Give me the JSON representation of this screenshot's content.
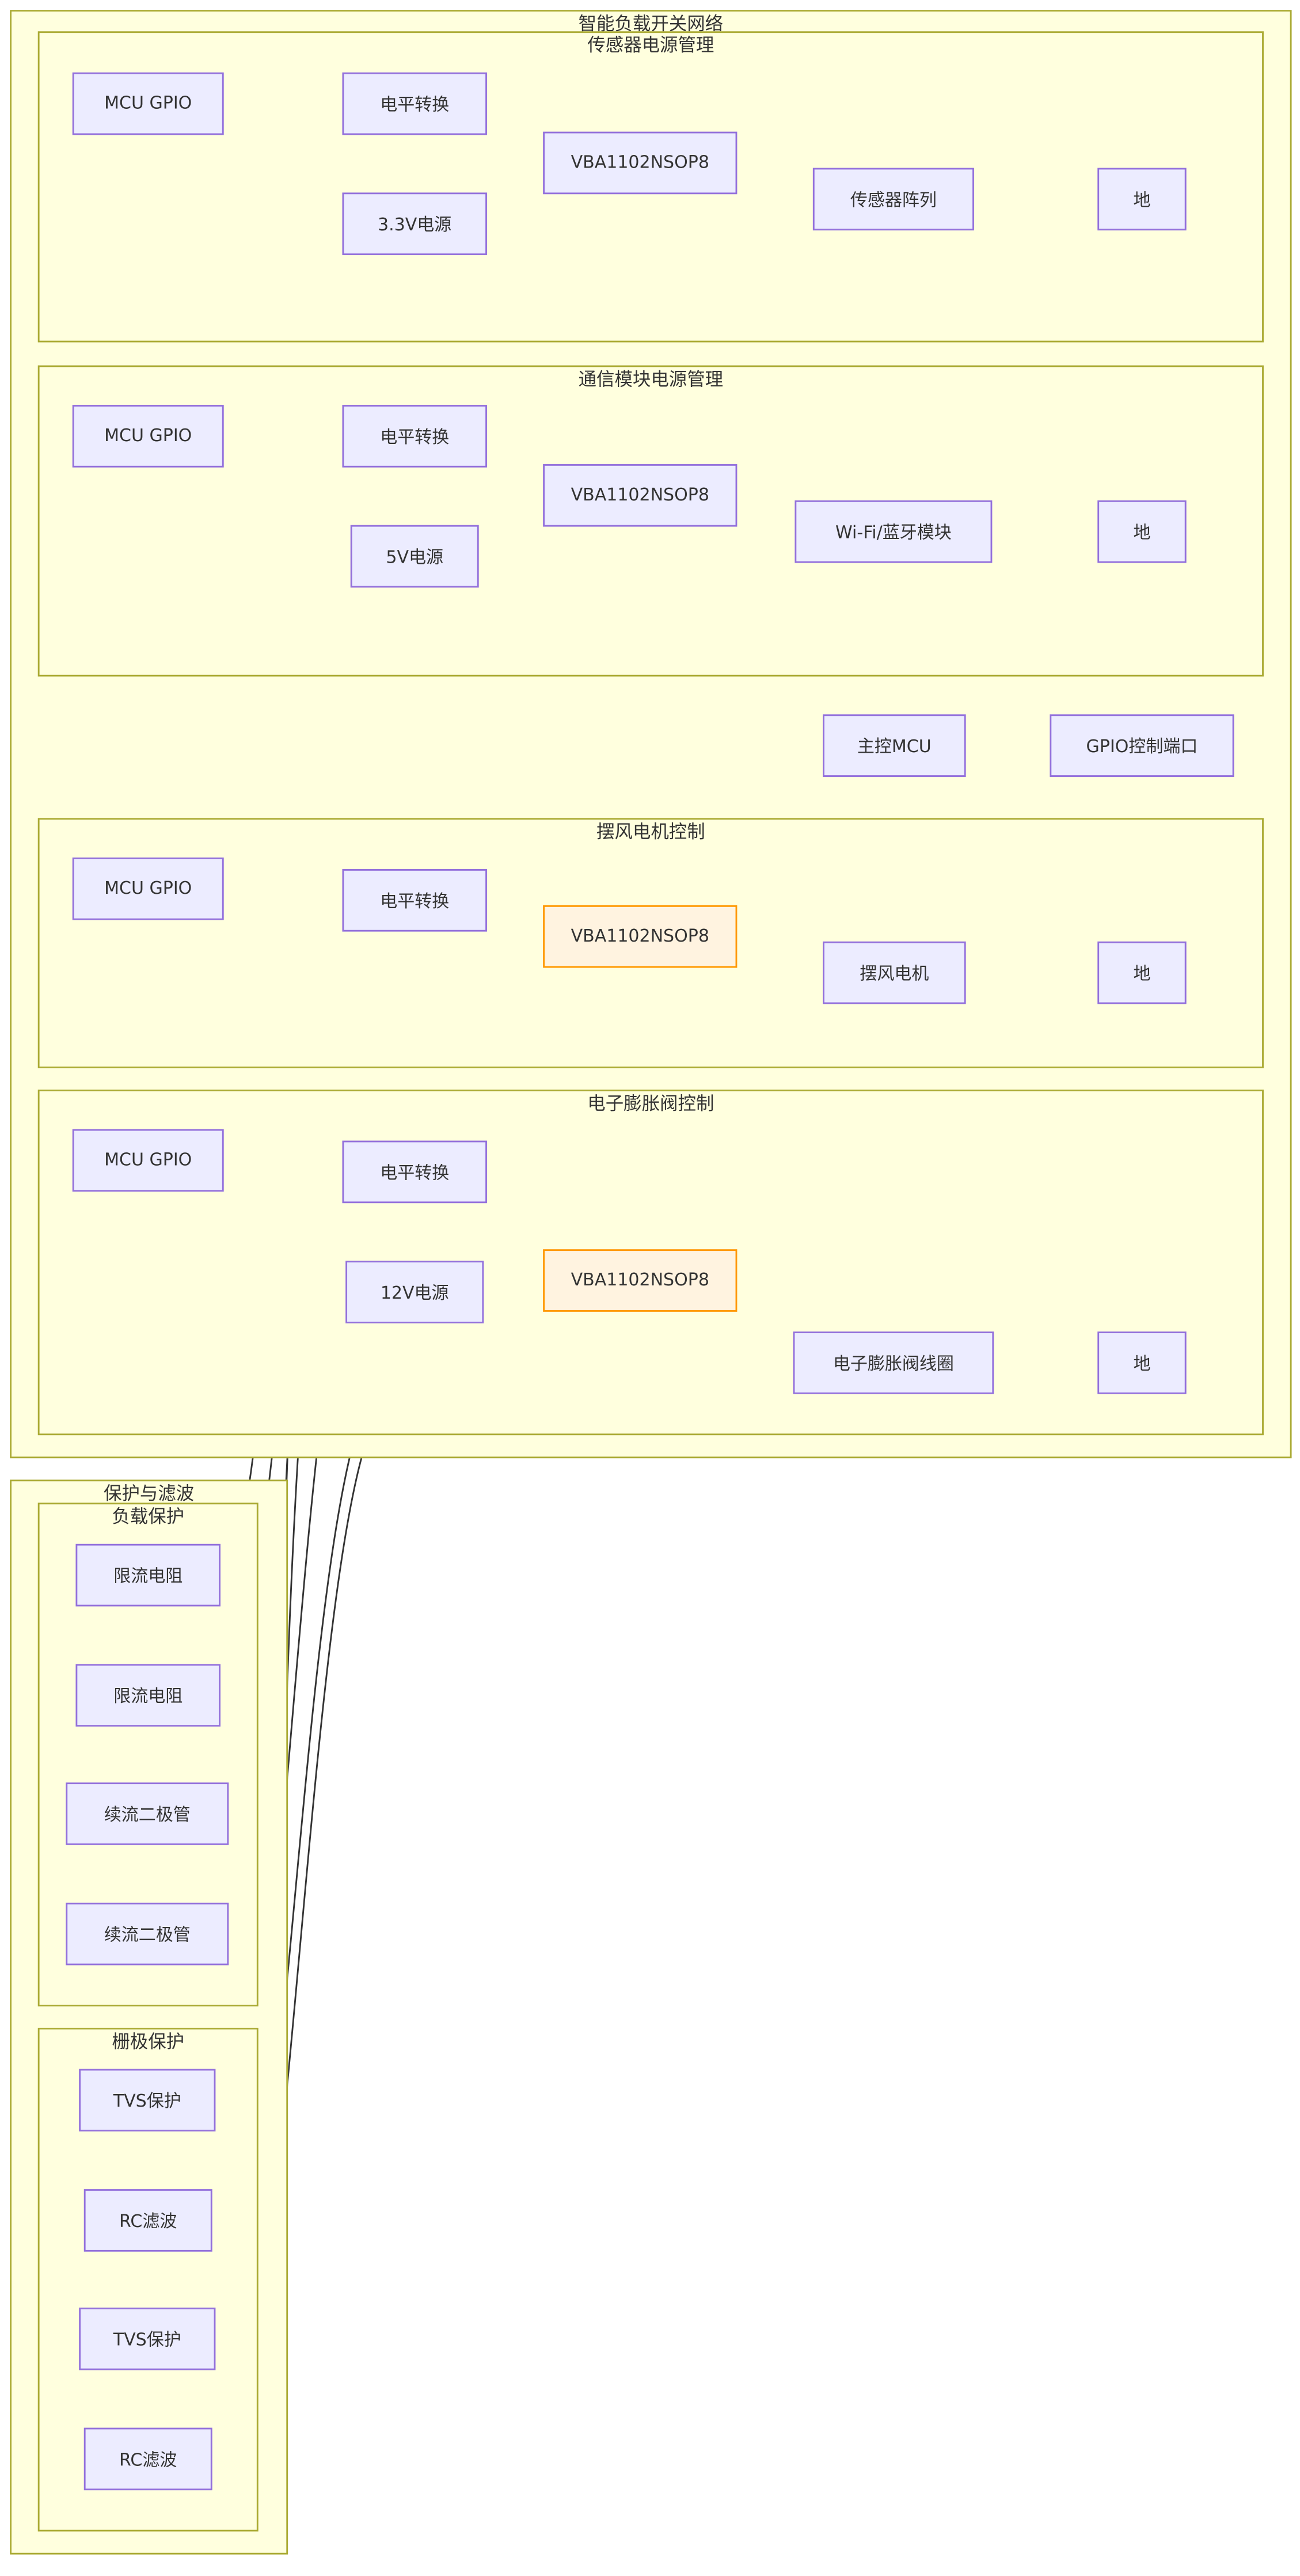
{
  "clusters": {
    "network": "智能负载开关网络",
    "sensor": "传感器电源管理",
    "comm": "通信模块电源管理",
    "fan": "摆风电机控制",
    "valve": "电子膨胀阀控制",
    "protect": "保护与滤波",
    "load_protect": "负载保护",
    "gate_protect": "栅极保护"
  },
  "nodes": {
    "s_gpio": "MCU GPIO",
    "s_level": "电平转换",
    "s_pwr": "3.3V电源",
    "s_mos": "VBA1102NSOP8",
    "s_load": "传感器阵列",
    "s_gnd": "地",
    "c_gpio": "MCU GPIO",
    "c_level": "电平转换",
    "c_pwr": "5V电源",
    "c_mos": "VBA1102NSOP8",
    "c_load": "Wi-Fi/蓝牙模块",
    "c_gnd": "地",
    "mcu": "主控MCU",
    "gpio_port": "GPIO控制端口",
    "f_gpio": "MCU GPIO",
    "f_level": "电平转换",
    "f_mos": "VBA1102NSOP8",
    "f_load": "摆风电机",
    "f_gnd": "地",
    "v_gpio": "MCU GPIO",
    "v_level": "电平转换",
    "v_pwr": "12V电源",
    "v_mos": "VBA1102NSOP8",
    "v_load": "电子膨胀阀线圈",
    "v_gnd": "地",
    "r1": "限流电阻",
    "r2": "限流电阻",
    "d1": "续流二极管",
    "d2": "续流二极管",
    "tvs1": "TVS保护",
    "rc1": "RC滤波",
    "tvs2": "TVS保护",
    "rc2": "RC滤波"
  },
  "colors": {
    "cluster_fill": "#ffffde",
    "cluster_border": "#aaaa33",
    "node_fill": "#ececff",
    "node_border": "#9370db",
    "highlight_fill": "#fff3e0",
    "highlight_border": "#ff9800",
    "edge": "#333333"
  }
}
